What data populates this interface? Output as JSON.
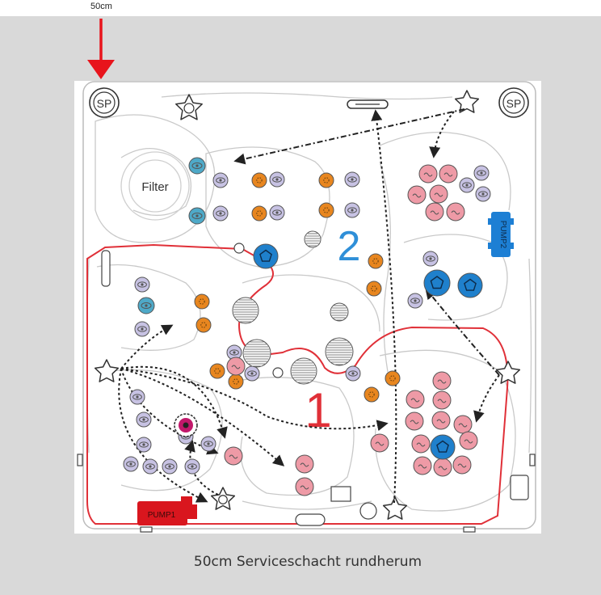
{
  "clearance_label": "50cm",
  "service_caption": "50cm Serviceschacht rundherum",
  "diagram": {
    "sp_label": "SP",
    "filter_label": "Filter",
    "zone_1_label": "1",
    "zone_2_label": "2",
    "pump_1_label": "PUMP1",
    "pump_2_label": "PUMP2"
  },
  "colors": {
    "arrow_red": "#e8141c",
    "zone_1": "#e03038",
    "zone_2": "#2f8fd8",
    "pump_red": "#d9161e",
    "pump_blue": "#1d7fd4",
    "jet_orange": "#e8861f",
    "jet_pink": "#ee9aa6",
    "jet_lavender": "#c7c2e3",
    "jet_teal": "#4ea9c8",
    "pentagon_blue": "#1f80cc",
    "band_gray": "#d9d9d9"
  }
}
